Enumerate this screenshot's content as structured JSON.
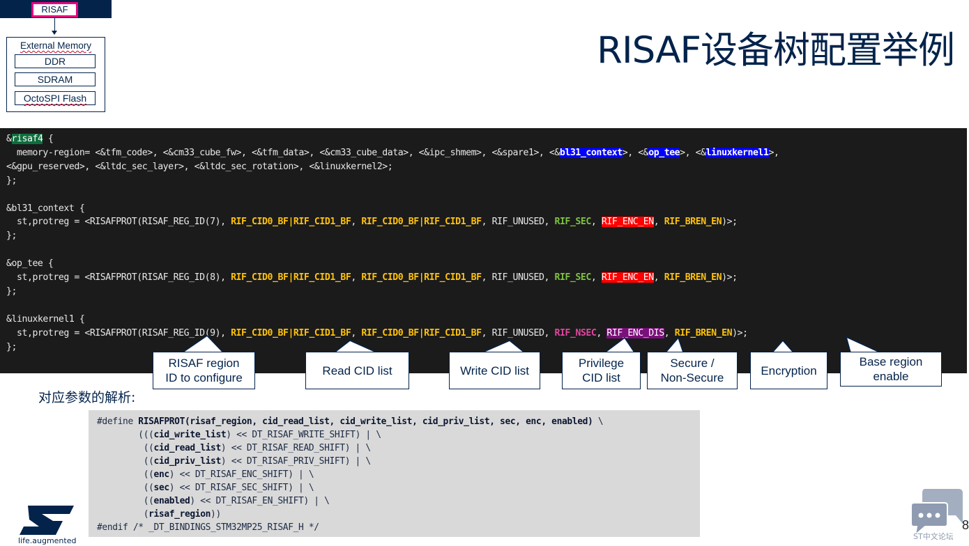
{
  "diagram": {
    "top_block": "RISAF",
    "container_title": "External Memory",
    "items": [
      "DDR",
      "SDRAM",
      "OctoSPI Flash"
    ],
    "colors": {
      "navy": "#03234b",
      "highlight_border": "#e6007e"
    }
  },
  "title": "RISAF设备树配置举例",
  "code_example": {
    "risaf4": {
      "open": "&risaf4 {",
      "node_name": "risaf4",
      "prefix": "&",
      "brace": " {",
      "line1_prefix": "  memory-region= <&tfm_code>, <&cm33_cube_fw>, <&tfm_data>, <&cm33_cube_data>, <&ipc_shmem>, <&spare1>, <&",
      "ref_bl31": "bl31_context",
      "sep1": ">, <&",
      "ref_optee": "op_tee",
      "sep2": ">, <&",
      "ref_linux1": "linuxkernel1",
      "line1_suffix": ">,",
      "line2": "<&gpu_reserved>, <&ltdc_sec_layer>, <&ltdc_sec_rotation>, <&linuxkernel2>;",
      "close": "};"
    },
    "nodes": [
      {
        "open": "&bl31_context {",
        "prefix": "  st,protreg = <RISAFPROT(RISAF_REG_ID(7), ",
        "read_cid": "RIF_CID0_BF|RIF_CID1_BF",
        "write_cid": "RIF_CID0_BF|RIF_CID1_BF",
        "priv": "RIF_UNUSED",
        "sec": "RIF_SEC",
        "enc": "RIF_ENC_EN",
        "bren": "RIF_BREN_EN",
        "suffix": ")>;",
        "close": "};"
      },
      {
        "open": "&op_tee {",
        "prefix": "  st,protreg = <RISAFPROT(RISAF_REG_ID(8), ",
        "read_cid": "RIF_CID0_BF|RIF_CID1_BF",
        "write_cid": "RIF_CID0_BF|RIF_CID1_BF",
        "priv": "RIF_UNUSED",
        "sec": "RIF_SEC",
        "enc": "RIF_ENC_EN",
        "bren": "RIF_BREN_EN",
        "suffix": ")>;",
        "close": "};"
      },
      {
        "open": "&linuxkernel1 {",
        "prefix": "  st,protreg = <RISAFPROT(RISAF_REG_ID(9), ",
        "read_cid": "RIF_CID0_BF|RIF_CID1_BF",
        "write_cid": "RIF_CID0_BF|RIF_CID1_BF",
        "priv": "RIF_UNUSED",
        "sec": "RIF_NSEC",
        "enc": "RIF_ENC_DIS",
        "bren": "RIF_BREN_EN",
        "suffix": ")>;",
        "close": "};"
      }
    ]
  },
  "callouts": [
    "RISAF region\nID to configure",
    "Read CID list",
    "Write CID list",
    "Privilege\nCID list",
    "Secure /\nNon-Secure",
    "Encryption",
    "Base region\nenable"
  ],
  "subtitle": "对应参数的解析:",
  "macro_definition": {
    "lines": [
      [
        "#define ",
        "RISAFPROT(risaf_region, cid_read_list, cid_write_list, cid_priv_list, sec, enc, enabled)",
        " \\"
      ],
      [
        "        (((",
        "cid_write_list",
        ") << DT_RISAF_WRITE_SHIFT) | \\"
      ],
      [
        "         ((",
        "cid_read_list",
        ") << DT_RISAF_READ_SHIFT) | \\"
      ],
      [
        "         ((",
        "cid_priv_list",
        ") << DT_RISAF_PRIV_SHIFT) | \\"
      ],
      [
        "         ((",
        "enc",
        ") << DT_RISAF_ENC_SHIFT) | \\"
      ],
      [
        "         ((",
        "sec",
        ") << DT_RISAF_SEC_SHIFT) | \\"
      ],
      [
        "         ((",
        "enabled",
        ") << DT_RISAF_EN_SHIFT) | \\"
      ],
      [
        "         (",
        "risaf_region",
        "))"
      ],
      [
        "#endif /* _DT_BINDINGS_STM32MP25_RISAF_H */",
        "",
        ""
      ]
    ]
  },
  "footer": {
    "logo": "st-logo",
    "tagline": "life.augmented",
    "forum_label": "ST中文论坛",
    "page_number": "8"
  }
}
